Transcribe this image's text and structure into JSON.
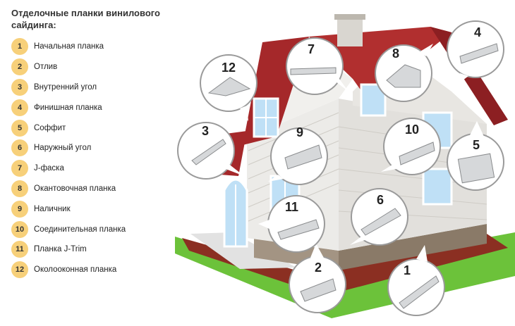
{
  "title": "Отделочные планки винилового сайдинга:",
  "legend": [
    {
      "number": "1",
      "label": "Начальная планка"
    },
    {
      "number": "2",
      "label": "Отлив"
    },
    {
      "number": "3",
      "label": "Внутренний угол"
    },
    {
      "number": "4",
      "label": "Финишная планка"
    },
    {
      "number": "5",
      "label": "Соффит"
    },
    {
      "number": "6",
      "label": "Наружный угол"
    },
    {
      "number": "7",
      "label": "J-фаска"
    },
    {
      "number": "8",
      "label": "Окантовочная планка"
    },
    {
      "number": "9",
      "label": "Наличник"
    },
    {
      "number": "10",
      "label": "Соединительная планка"
    },
    {
      "number": "11",
      "label": "Планка J-Trim"
    },
    {
      "number": "12",
      "label": "Околооконная планка"
    }
  ],
  "callouts": [
    "1",
    "2",
    "3",
    "4",
    "5",
    "6",
    "7",
    "8",
    "9",
    "10",
    "11",
    "12"
  ],
  "colors": {
    "badge": "#f7d07a",
    "roof": "#a5282a",
    "wall": "#eceae6",
    "grass": "#6cc23a",
    "ground": "#8b2f22",
    "foundation": "#9a8a78"
  }
}
